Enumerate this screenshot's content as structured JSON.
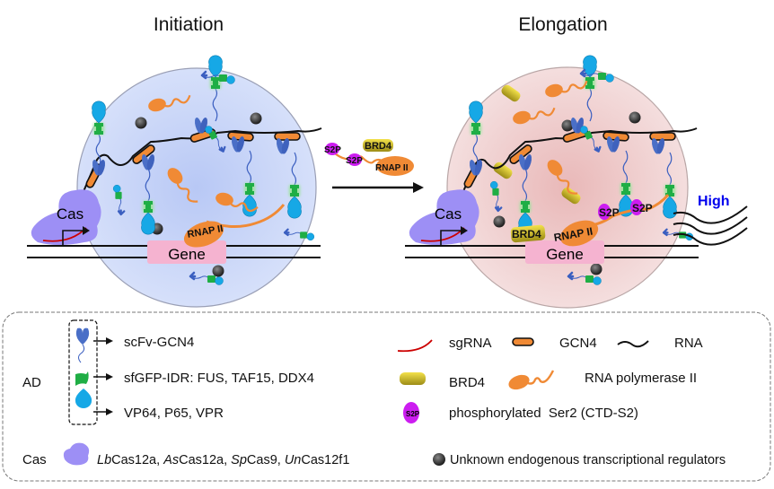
{
  "panels": {
    "initiation": {
      "title": "Initiation",
      "cas_label": "Cas",
      "gene_label": "Gene",
      "rnap_label": "RNAP II"
    },
    "elongation": {
      "title": "Elongation",
      "cas_label": "Cas",
      "gene_label": "Gene",
      "rnap_label": "RNAP II",
      "brd4_label": "BRD4",
      "s2p_label": "S2P",
      "output_label": "High"
    }
  },
  "transition": {
    "s2p_label": "S2P",
    "brd4_label": "BRD4",
    "rnap_label": "RNAP II"
  },
  "colors": {
    "initiation_condensate": "#c9d6f7",
    "elongation_condensate": "#efcfcf",
    "cas": "#9d8ff5",
    "gene": "#f5b3d0",
    "gcn4": "#f08a35",
    "rnap": "#f08a35",
    "scfv": "#4a6fc7",
    "sfgfp": "#21b24a",
    "vp64": "#17a9e6",
    "brd4": "#d6c02a",
    "s2p": "#cc1df0",
    "sgrna": "#cc0000",
    "unknown_regulator": "#3a3a3a",
    "high_text": "#0000ee"
  },
  "legend": {
    "ad_label": "AD",
    "ad_items": [
      {
        "icon": "scfv-icon",
        "label": "scFv-GCN4"
      },
      {
        "icon": "sfgfp-idr-icon",
        "label": "sfGFP-IDR: FUS, TAF15, DDX4"
      },
      {
        "icon": "vp64-icon",
        "label": "VP64, P65, VPR"
      }
    ],
    "cas_label": "Cas",
    "cas_variants": [
      {
        "prefix": "Lb",
        "name": "Cas12a"
      },
      {
        "prefix": "As",
        "name": "Cas12a"
      },
      {
        "prefix": "Sp",
        "name": "Cas9"
      },
      {
        "prefix": "Un",
        "name": "Cas12f1"
      }
    ],
    "sgrna": "sgRNA",
    "gcn4": "GCN4",
    "rna": "RNA",
    "brd4": "BRD4",
    "rnap": "RNA polymerase II",
    "s2p_badge": "S2P",
    "s2p": "phosphorylated  Ser2 (CTD-S2)",
    "unknown": "Unknown  endogenous  transcriptional  regulators"
  }
}
